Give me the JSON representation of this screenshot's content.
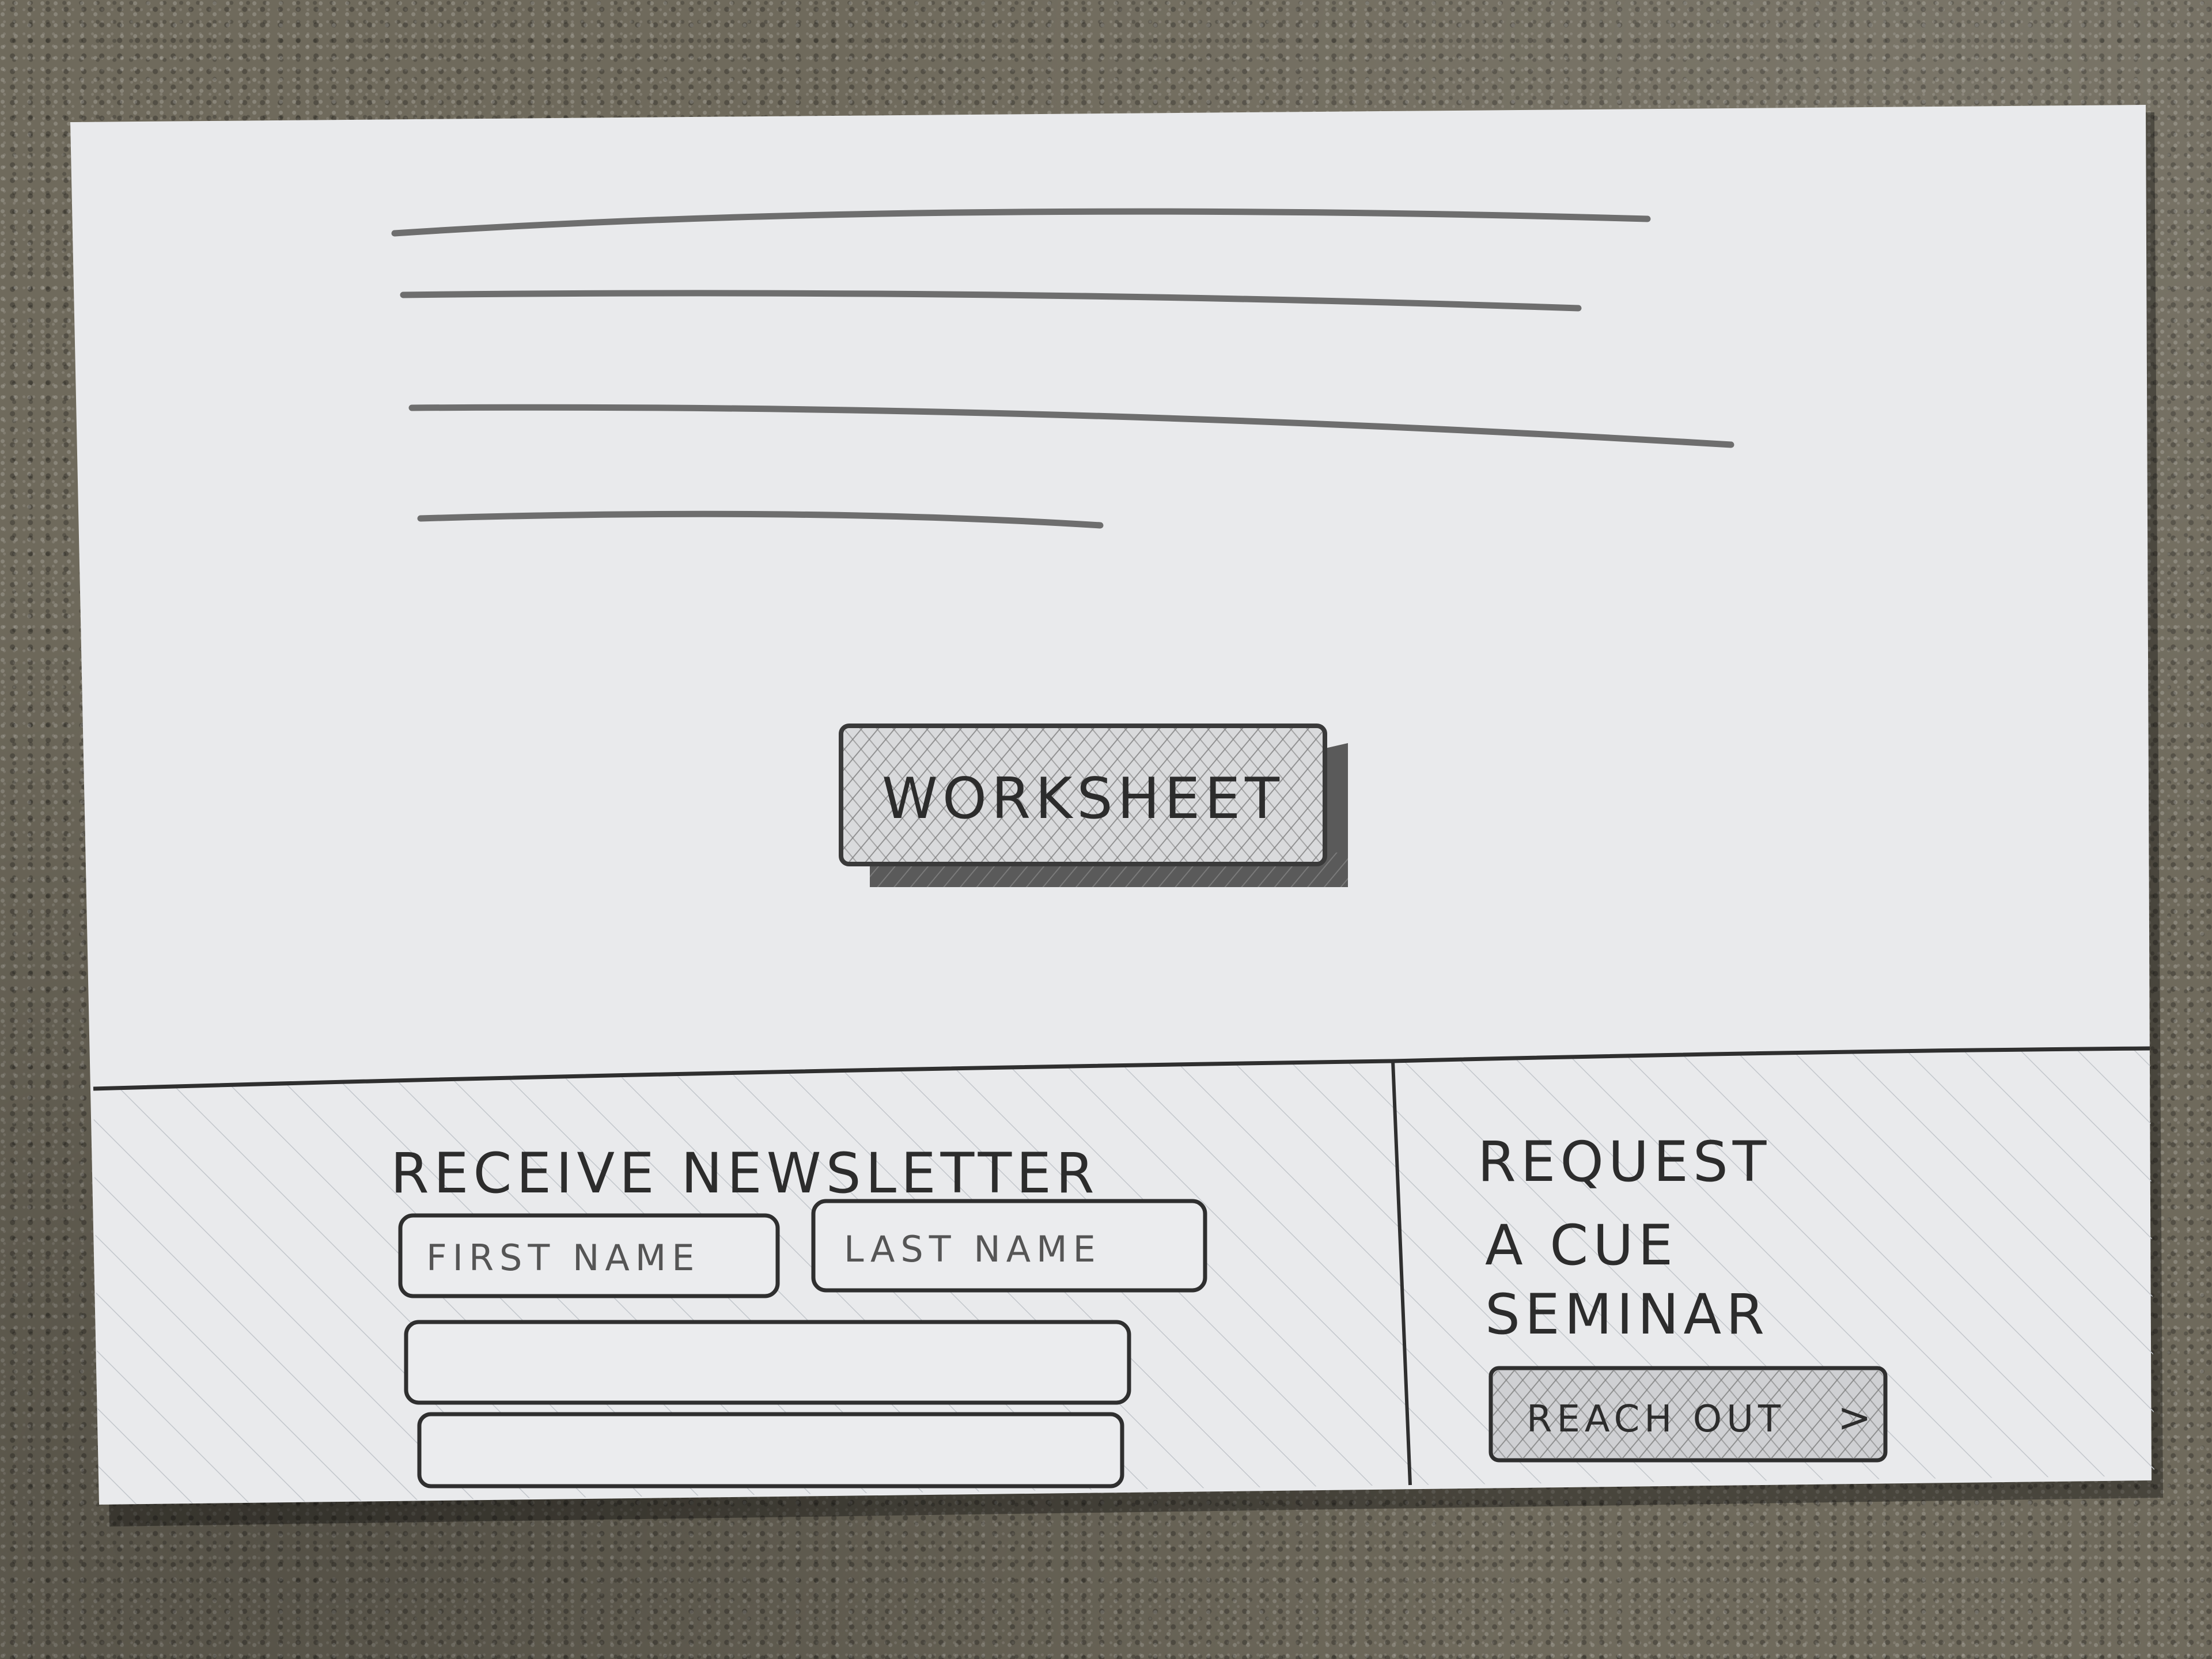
{
  "worksheet_button": {
    "label": "WORKSHEET"
  },
  "newsletter": {
    "heading": "RECEIVE NEWSLETTER",
    "first_name_placeholder": "FIRST NAME",
    "last_name_placeholder": "LAST NAME"
  },
  "seminar": {
    "heading_line1": "REQUEST",
    "heading_line2": "A CUE",
    "heading_line3": "SEMINAR",
    "button_label": "REACH OUT",
    "button_arrow": ">"
  }
}
